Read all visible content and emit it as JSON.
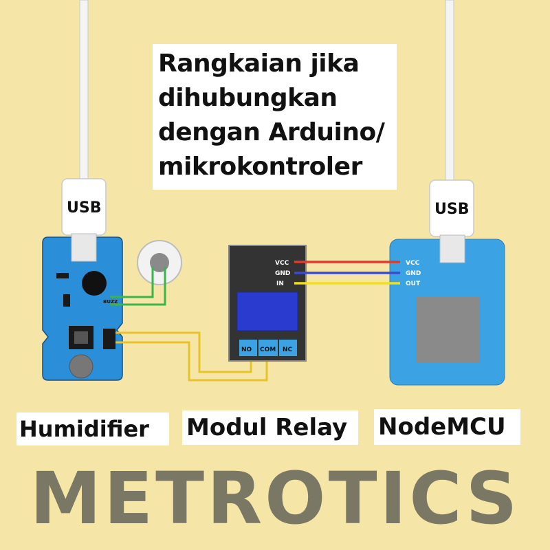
{
  "title_lines": [
    "Rangkaian jika",
    "dihubungkan",
    "dengan Arduino/",
    "mikrokontroler"
  ],
  "usb_left": "USB",
  "usb_right": "USB",
  "humidifier": {
    "label": "Humidifier",
    "buzz": "BUZZ"
  },
  "relay": {
    "label": "Modul Relay",
    "pins": [
      "VCC",
      "GND",
      "IN"
    ],
    "terminals": [
      "NO",
      "COM",
      "NC"
    ]
  },
  "nodemcu": {
    "label": "NodeMCU",
    "pins": [
      "VCC",
      "GND",
      "OUT"
    ]
  },
  "brand": "METROTICS",
  "colors": {
    "background": "#f5e6a8",
    "board_blue": "#2a8fd8",
    "nodemcu_blue": "#3ba3e4",
    "relay_dark": "#333333",
    "relay_blue": "#2a3bd0",
    "wire_vcc": "#e23b2e",
    "wire_gnd": "#3a4bcf",
    "wire_signal": "#f2e019",
    "wire_green": "#3bb54a",
    "wire_yellow": "#e8c22a",
    "brand": "#7a7864"
  }
}
